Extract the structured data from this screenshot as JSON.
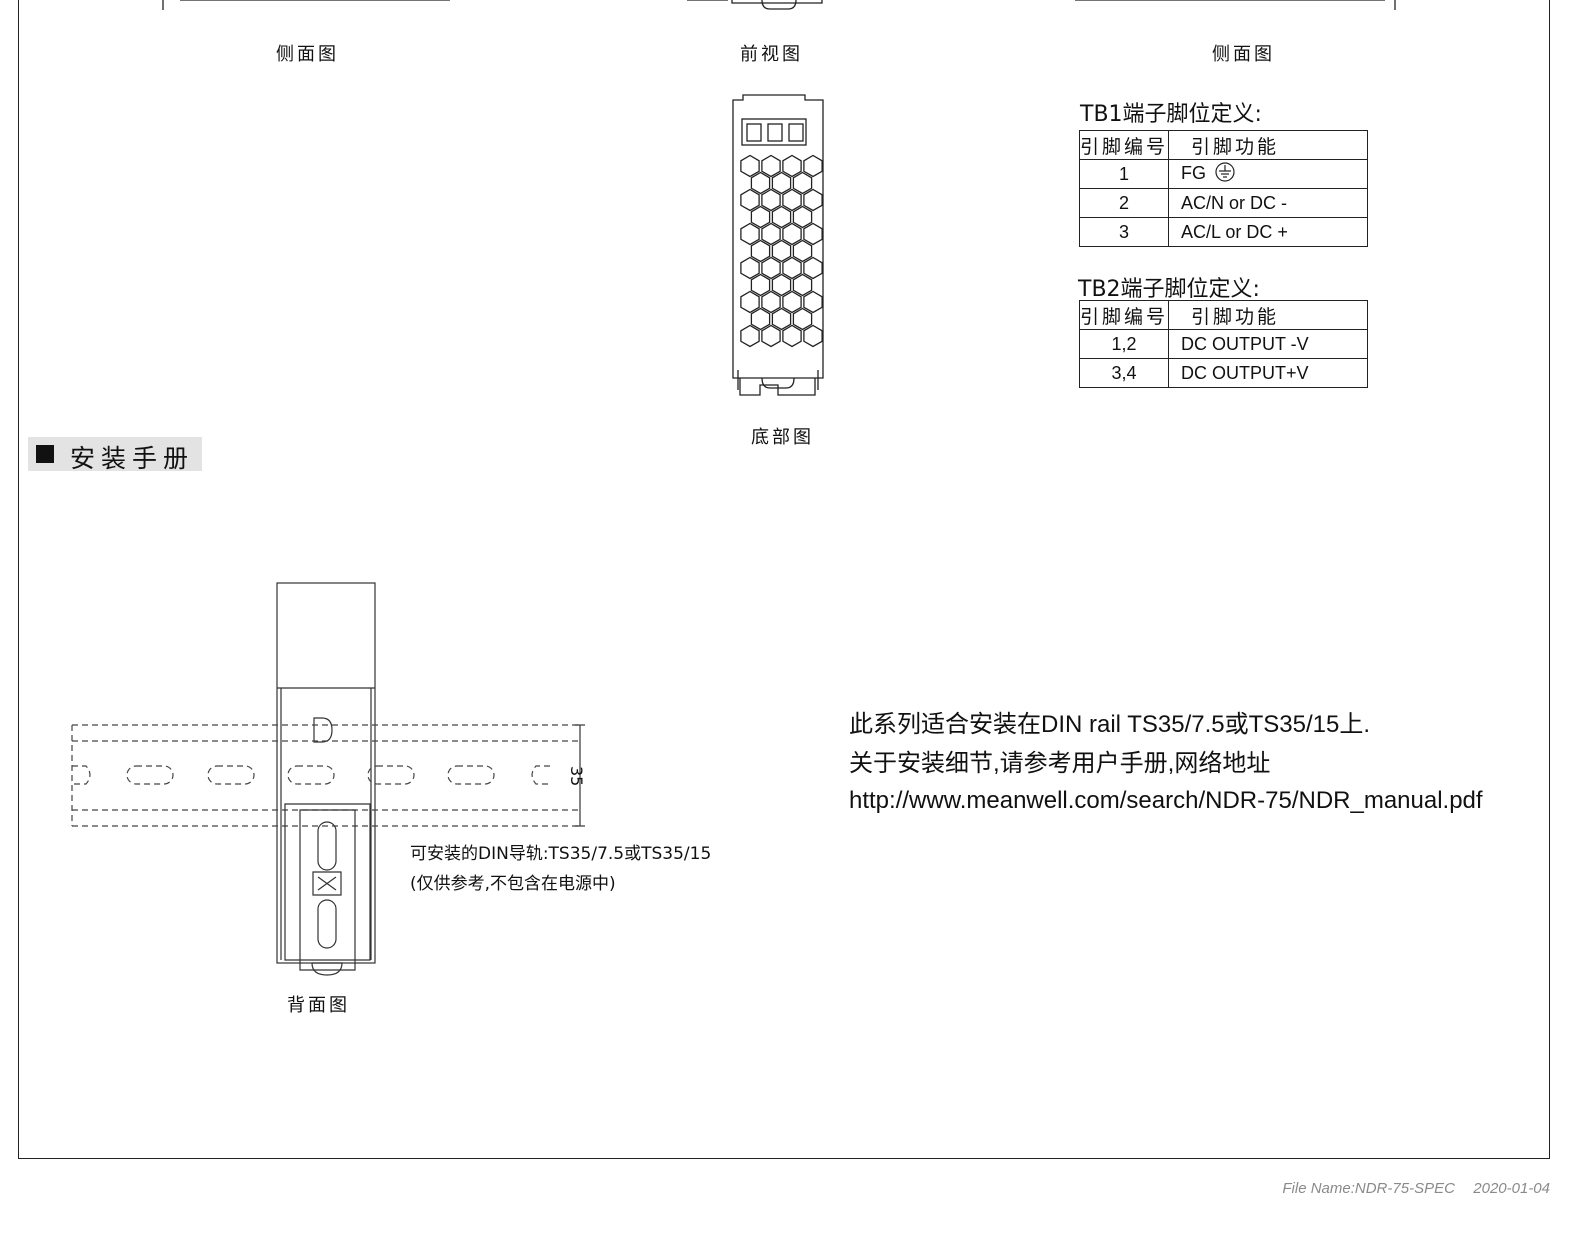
{
  "views": {
    "side_left": "侧面图",
    "front": "前视图",
    "side_right": "侧面图",
    "bottom": "底部图",
    "back": "背面图"
  },
  "tb1": {
    "title": "TB1端子脚位定义:",
    "headers": [
      "引脚编号",
      "引脚功能"
    ],
    "rows": [
      {
        "pin": "1",
        "func": "FG"
      },
      {
        "pin": "2",
        "func": "AC/N or DC -"
      },
      {
        "pin": "3",
        "func": "AC/L  or DC +"
      }
    ],
    "ground_icon": "ground-symbol-icon"
  },
  "tb2": {
    "title": "TB2端子脚位定义:",
    "headers": [
      "引脚编号",
      "引脚功能"
    ],
    "rows": [
      {
        "pin": "1,2",
        "func": "DC OUTPUT -V"
      },
      {
        "pin": "3,4",
        "func": "DC OUTPUT+V"
      }
    ]
  },
  "section": {
    "title": "安装手册"
  },
  "rail": {
    "dimension": "35",
    "note_line1": "可安装的DIN导轨:TS35/7.5或TS35/15",
    "note_line2": "(仅供参考,不包含在电源中)"
  },
  "install_note": {
    "line1": "此系列适合安装在DIN rail TS35/7.5或TS35/15上.",
    "line2": "关于安装细节,请参考用户手册,网络地址",
    "line3": "http://www.meanwell.com/search/NDR-75/NDR_manual.pdf"
  },
  "footer": {
    "filename": "File Name:NDR-75-SPEC",
    "date": "2020-01-04"
  }
}
